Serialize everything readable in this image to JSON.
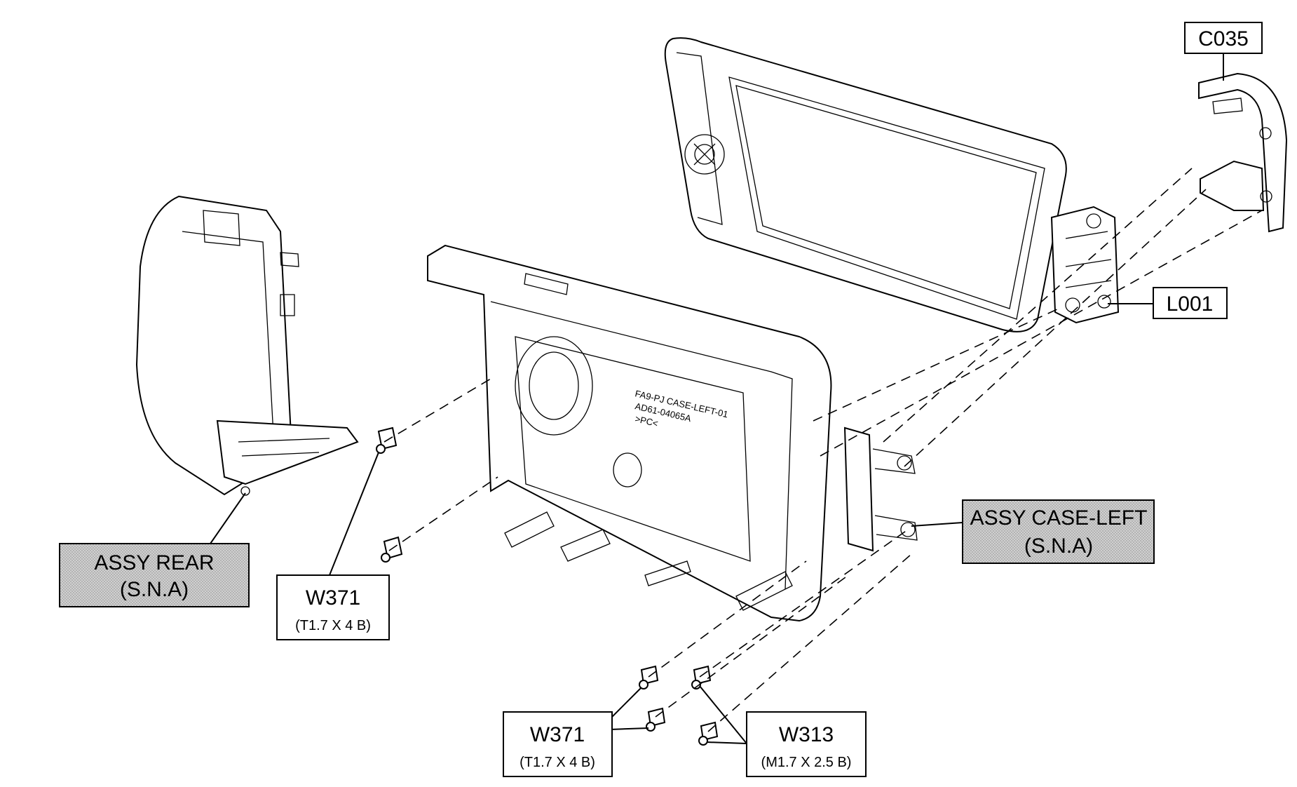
{
  "callouts": {
    "c035": {
      "code": "C035"
    },
    "l001": {
      "code": "L001"
    },
    "assy_rear": {
      "line1": "ASSY REAR",
      "line2": "(S.N.A)"
    },
    "assy_case_left": {
      "line1": "ASSY CASE-LEFT",
      "line2": "(S.N.A)"
    },
    "w371_left": {
      "code": "W371",
      "spec": "(T1.7 X 4 B)"
    },
    "w371_bottom": {
      "code": "W371",
      "spec": "(T1.7 X 4 B)"
    },
    "w313": {
      "code": "W313",
      "spec": "(M1.7 X 2.5 B)"
    }
  },
  "part_marking": {
    "line1": "FA9-PJ  CASE-LEFT-01",
    "line2": "AD61-04065A",
    "line3": ">PC<"
  },
  "colors": {
    "shaded_box": "#c8c8c8",
    "line": "#000000"
  }
}
